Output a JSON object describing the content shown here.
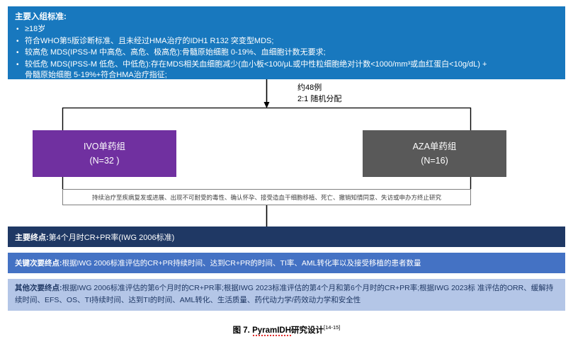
{
  "criteria": {
    "title": "主要入组标准:",
    "items": [
      {
        "text": "≥18岁"
      },
      {
        "text": "符合WHO第5版诊断标准、且未经过HMA治疗的IDH1 R132 突变型MDS;"
      },
      {
        "text": "较高危 MDS(IPSS-M 中高危、高危、极高危):骨髓原始细胞 0-19%、血细胞计数无要求;"
      },
      {
        "text": "较低危 MDS(IPSS-M 低危、中低危):存在MDS相关血细胞减少(血小板<100/μL或中性粒细胞绝对计数<1000/mm³或血红蛋白<10g/dL) +",
        "continuation": "骨髓原始细胞 5-19%+符合HMA治疗指征;"
      }
    ],
    "bullet_glyph": "•"
  },
  "randomization": {
    "line1": "约48例",
    "line2": "2:1 随机分配"
  },
  "arms": [
    {
      "name": "IVO单药组",
      "n_label": "(N=32 )",
      "color": "#7030a0"
    },
    {
      "name": "AZA单药组",
      "n_label": "(N=16)",
      "color": "#595959"
    }
  ],
  "discontinuation": {
    "text": "持续治疗至疾病复发或进展、出现不可耐受的毒性、确认怀孕、接受造血干细胞移植、死亡、撤销知情同意、失访或申办方终止研究"
  },
  "endpoints": {
    "primary": {
      "label": "主要终点:",
      "text": "第4个月时CR+PR率(IWG 2006标准)",
      "color": "#1f3864"
    },
    "key_secondary": {
      "label": "关键次要终点:",
      "text": "根据IWG 2006标准评估的CR+PR持续时间、达到CR+PR的时间、TI率、AML转化率以及接受移植的患者数量",
      "color": "#4472c4"
    },
    "other_secondary": {
      "label": "其他次要终点:",
      "text_line1": "根据IWG 2006标准评估的第6个月时的CR+PR率;根据IWG 2023标准评估的第4个月和第6个月时的CR+PR率;根据IWG 2023标",
      "text_line2": "准评估的ORR、缓解持续时间、EFS、OS、TI持续时间、达到TI的时间、AML转化、生活质量、药代动力学/药效动力学和安全性",
      "color": "#b4c6e7"
    }
  },
  "caption": {
    "figure_number": "图 7.",
    "study_name": "PyramIDH",
    "title_suffix": "研究设计",
    "references": "[14-15]"
  }
}
